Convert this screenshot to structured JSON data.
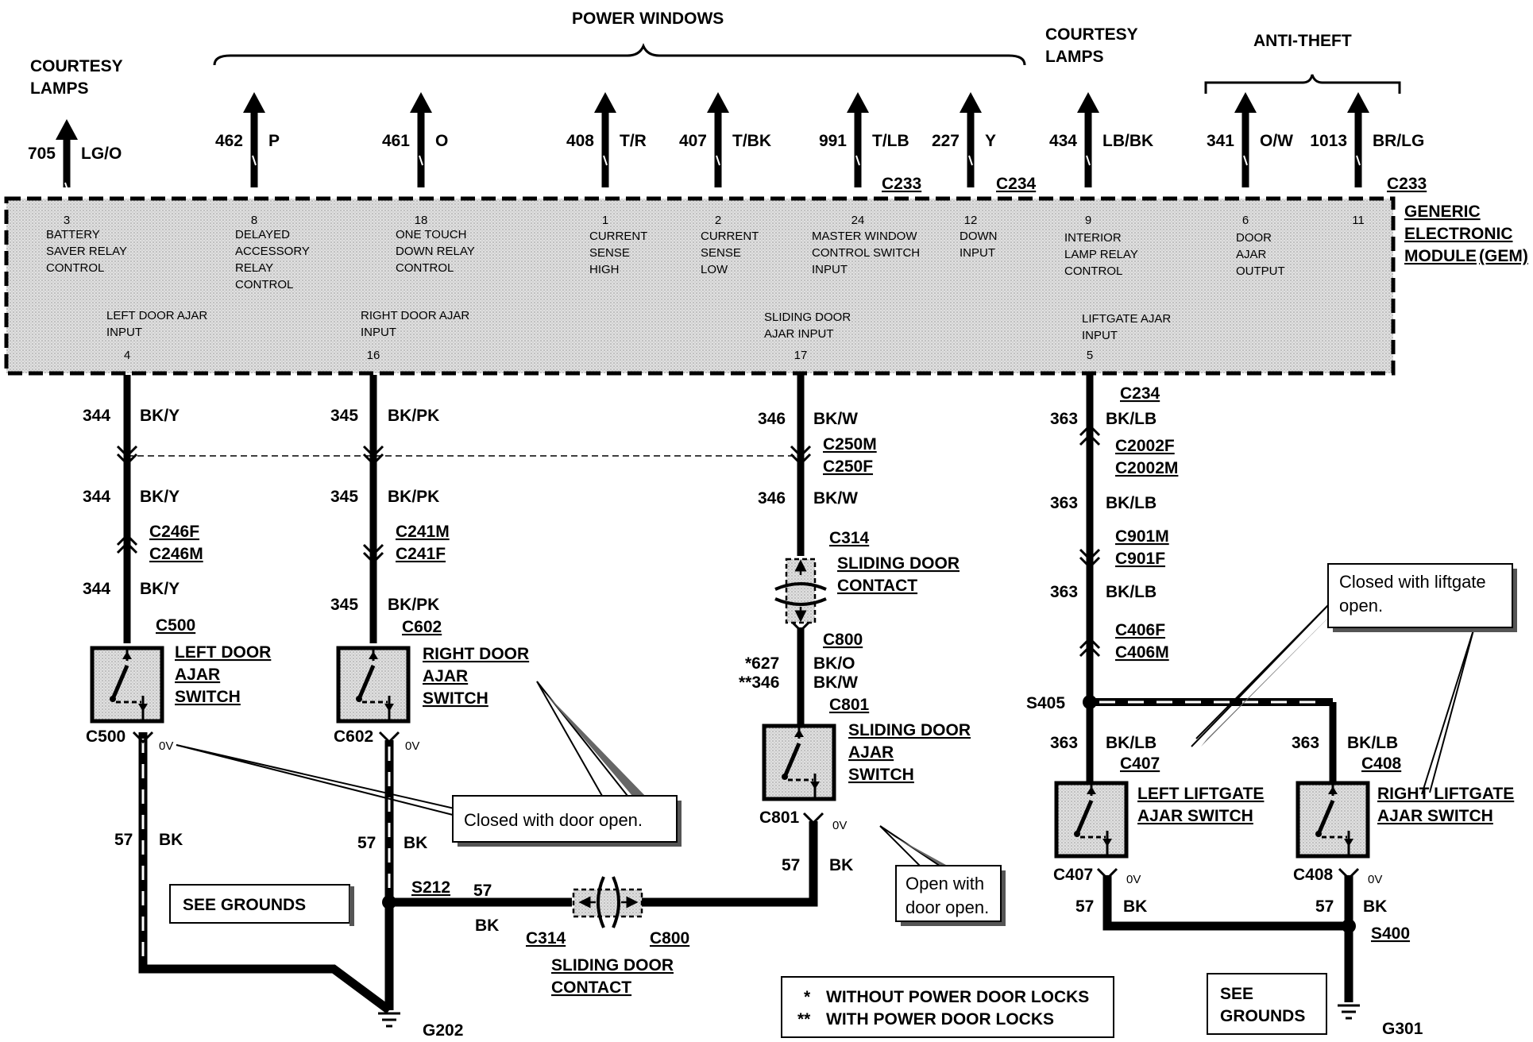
{
  "headers": {
    "power_windows": "POWER WINDOWS",
    "courtesy_left_1": "COURTESY",
    "courtesy_left_2": "LAMPS",
    "courtesy_right_1": "COURTESY",
    "courtesy_right_2": "LAMPS",
    "anti_theft": "ANTI-THEFT"
  },
  "module": {
    "line1": "GENERIC",
    "line2": "ELECTRONIC",
    "line3": "MODULE",
    "line3b": "(GEM)"
  },
  "upper_circuits": [
    {
      "num": "705",
      "color": "LG/O",
      "pin": "3",
      "desc": [
        "BATTERY",
        "SAVER RELAY",
        "CONTROL"
      ]
    },
    {
      "num": "462",
      "color": "P",
      "pin": "8",
      "desc": [
        "DELAYED",
        "ACCESSORY",
        "RELAY",
        "CONTROL"
      ]
    },
    {
      "num": "461",
      "color": "O",
      "pin": "18",
      "desc": [
        "ONE TOUCH",
        "DOWN RELAY",
        "CONTROL"
      ]
    },
    {
      "num": "408",
      "color": "T/R",
      "pin": "1",
      "desc": [
        "CURRENT",
        "SENSE",
        "HIGH"
      ]
    },
    {
      "num": "407",
      "color": "T/BK",
      "pin": "2",
      "desc": [
        "CURRENT",
        "SENSE",
        "LOW"
      ]
    },
    {
      "num": "991",
      "color": "T/LB",
      "pin": "24",
      "desc": [
        "MASTER WINDOW",
        "CONTROL SWITCH",
        "INPUT"
      ]
    },
    {
      "num": "227",
      "color": "Y",
      "pin": "12",
      "desc": [
        "DOWN",
        "INPUT"
      ]
    },
    {
      "num": "434",
      "color": "LB/BK",
      "pin": "9",
      "desc": [
        "INTERIOR",
        "LAMP RELAY",
        "CONTROL"
      ]
    },
    {
      "num": "341",
      "color": "O/W",
      "pin": "6",
      "desc": [
        "DOOR",
        "AJAR",
        "OUTPUT"
      ]
    },
    {
      "num": "1013",
      "color": "BR/LG",
      "pin": "11",
      "desc": []
    }
  ],
  "upper_connectors": {
    "c233a": "C233",
    "c234a": "C234",
    "c233b": "C233"
  },
  "lower_inputs": [
    {
      "desc": [
        "LEFT DOOR AJAR",
        "INPUT"
      ],
      "pin": "4"
    },
    {
      "desc": [
        "RIGHT DOOR AJAR",
        "INPUT"
      ],
      "pin": "16"
    },
    {
      "desc": [
        "SLIDING DOOR",
        "AJAR INPUT"
      ],
      "pin": "17"
    },
    {
      "desc": [
        "LIFTGATE  AJAR",
        "INPUT"
      ],
      "pin": "5"
    }
  ],
  "wires": {
    "w344": "344",
    "c344": "BK/Y",
    "w345": "345",
    "c345": "BK/PK",
    "w346": "346",
    "c346": "BK/W",
    "w363": "363",
    "c363": "BK/LB",
    "w627": "*627",
    "c627": "BK/O",
    "w346b": "**346",
    "c346b": "BK/W",
    "w57": "57",
    "c57": "BK"
  },
  "connectors": {
    "c234": "C234",
    "c2002f": "C2002F",
    "c2002m": "C2002M",
    "c250m": "C250M",
    "c250f": "C250F",
    "c246f": "C246F",
    "c246m": "C246M",
    "c241m": "C241M",
    "c241f": "C241F",
    "c901m": "C901M",
    "c901f": "C901F",
    "c406f": "C406F",
    "c406m": "C406M",
    "c314": "C314",
    "c800": "C800",
    "c801": "C801",
    "c500": "C500",
    "c602": "C602",
    "c407": "C407",
    "c408": "C408",
    "s405": "S405",
    "s212": "S212",
    "s400": "S400",
    "g202": "G202",
    "g301": "G301"
  },
  "components": {
    "left_door": [
      "LEFT DOOR",
      "AJAR",
      "SWITCH"
    ],
    "right_door": [
      "RIGHT DOOR",
      "AJAR",
      "SWITCH"
    ],
    "sliding_contact": [
      "SLIDING DOOR",
      "CONTACT"
    ],
    "sliding_switch": [
      "SLIDING DOOR",
      "AJAR",
      "SWITCH"
    ],
    "left_liftgate": [
      "LEFT LIFTGATE",
      "AJAR SWITCH"
    ],
    "right_liftgate": [
      "RIGHT LIFTGATE",
      "AJAR SWITCH"
    ],
    "sliding_contact_bottom": [
      "SLIDING DOOR",
      "CONTACT"
    ]
  },
  "voltage": "0V",
  "callouts": {
    "closed_door": "Closed with door open.",
    "open_door_1": "Open with",
    "open_door_2": "door open.",
    "liftgate_1": "Closed with  liftgate",
    "liftgate_2": "open."
  },
  "grounds": {
    "see1": "SEE GROUNDS",
    "see2a": "SEE",
    "see2b": "GROUNDS"
  },
  "legend": {
    "star1": "*",
    "text1": "WITHOUT POWER DOOR LOCKS",
    "star2": "**",
    "text2": "WITH POWER DOOR LOCKS"
  },
  "colors": {
    "shade": "#d2d2d2",
    "ink": "#000000"
  }
}
